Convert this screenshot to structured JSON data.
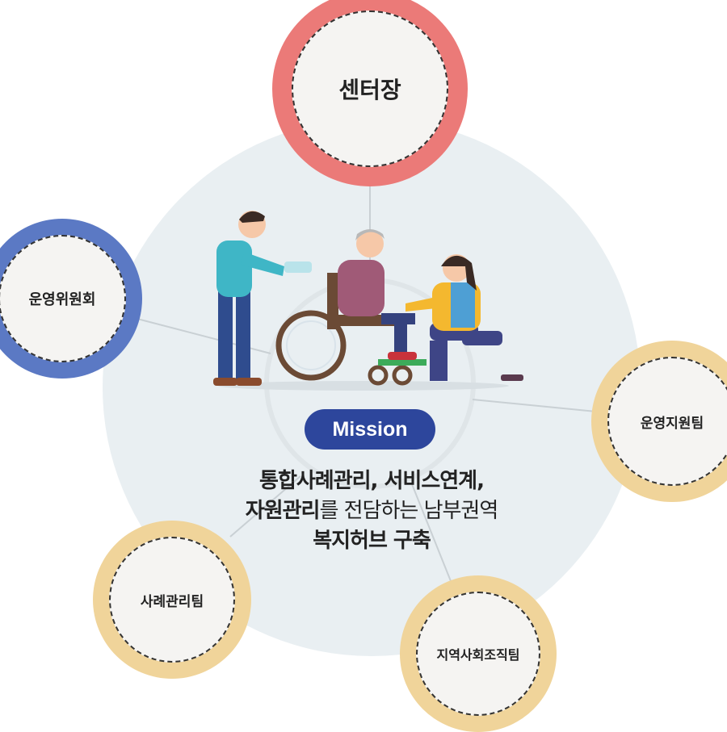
{
  "nodes": {
    "director": {
      "label": "센터장",
      "ring_color": "#eb7a78"
    },
    "committee": {
      "label": "운영위원회",
      "ring_color": "#5b79c4"
    },
    "support_team": {
      "label": "운영지원팀",
      "ring_color": "#f0d49a"
    },
    "case_team": {
      "label": "사례관리팀",
      "ring_color": "#f0d49a"
    },
    "community_team": {
      "label": "지역사회조직팀",
      "ring_color": "#f0d49a"
    }
  },
  "mission": {
    "badge": "Mission",
    "line1": "통합사례관리, 서비스연계,",
    "line2_bold": "자원관리",
    "line2_rest": "를 전담하는 남부권역",
    "line3": "복지허브 구축"
  },
  "colors": {
    "hub_bg": "#e9eff2",
    "badge_bg": "#2d469c",
    "connector": "#c9d0d4"
  }
}
